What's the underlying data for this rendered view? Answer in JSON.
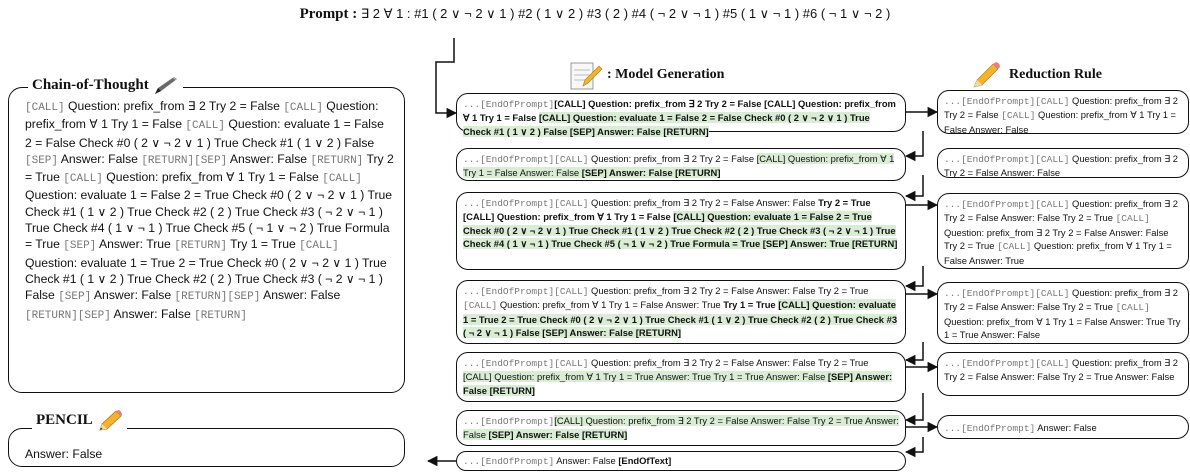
{
  "prompt": {
    "label": "Prompt :",
    "text": "∃ 2 ∀ 1 : #1 ( 2 ∨ ¬ 2 ∨ 1 ) #2 ( 1 ∨ 2 ) #3 ( 2 ) #4 ( ¬ 2 ∨ ¬ 1 ) #5 ( 1 ∨ ¬ 1 ) #6 ( ¬ 1 ∨ ¬ 2 )"
  },
  "cot": {
    "title": "Chain-of-Thought",
    "icon": "pen-icon",
    "segments": [
      {
        "m": "[CALL]"
      },
      {
        "t": " Question: prefix_from ∃ 2 Try 2 = False "
      },
      {
        "m": "[CALL]"
      },
      {
        "t": " Question: prefix_from ∀ 1 Try 1 = False "
      },
      {
        "m": "[CALL]"
      },
      {
        "t": " Question: evaluate 1 = False 2 = False Check #0 ( 2 ∨ ¬ 2 ∨ 1 ) True Check #1 ( 1 ∨ 2 ) False "
      },
      {
        "m": "[SEP]"
      },
      {
        "t": " Answer: False "
      },
      {
        "m": "[RETURN][SEP]"
      },
      {
        "t": " Answer: False "
      },
      {
        "m": "[RETURN]"
      },
      {
        "t": " Try 2 = True "
      },
      {
        "m": "[CALL]"
      },
      {
        "t": " Question: prefix_from ∀ 1 Try 1 = False "
      },
      {
        "m": "[CALL]"
      },
      {
        "t": " Question: evaluate 1 = False 2 = True Check #0 ( 2 ∨ ¬ 2 ∨ 1 ) True Check #1 ( 1 ∨ 2 ) True Check #2 ( 2 ) True Check #3 ( ¬ 2 ∨ ¬ 1 ) True Check #4 ( 1 ∨ ¬ 1 ) True Check #5 ( ¬ 1 ∨ ¬ 2 ) True Formula = True "
      },
      {
        "m": "[SEP]"
      },
      {
        "t": " Answer: True "
      },
      {
        "m": "[RETURN]"
      },
      {
        "t": " Try 1 = True "
      },
      {
        "m": "[CALL]"
      },
      {
        "t": " Question: evaluate 1 = True 2 = True Check #0 ( 2 ∨ ¬ 2 ∨ 1 ) True Check #1 ( 1 ∨ 2 ) True Check #2 ( 2 ) True Check #3 ( ¬ 2 ∨ ¬ 1 ) False "
      },
      {
        "m": "[SEP]"
      },
      {
        "t": " Answer: False "
      },
      {
        "m": "[RETURN][SEP]"
      },
      {
        "t": " Answer: False "
      },
      {
        "m": "[RETURN][SEP]"
      },
      {
        "t": " Answer: False "
      },
      {
        "m": "[RETURN]"
      }
    ]
  },
  "pencil": {
    "title": "PENCIL",
    "icon": "pencil-icon",
    "answer": "Answer: False"
  },
  "columns": {
    "generation": "Model Generation",
    "generation_icon": "notepad-pencil-icon",
    "reduction": "Reduction Rule",
    "reduction_icon": "eraser-pencil-icon"
  },
  "generation_boxes": [
    [
      {
        "m": "...[EndOfPrompt]"
      },
      {
        "b": "[CALL]"
      },
      {
        "b": " Question: prefix_from ∃ 2 Try 2 = False "
      },
      {
        "b": "[CALL]"
      },
      {
        "b": " Question: prefix_from ∀ 1 Try 1 = False "
      },
      {
        "hb": "[CALL] Question: evaluate 1 = False 2 = False Check #0 ( 2 ∨ ¬ 2 ∨ 1 ) True Check #1 ( 1 ∨ 2 ) False [SEP] Answer: False [RETURN]"
      }
    ],
    [
      {
        "m": "...[EndOfPrompt]"
      },
      {
        "m": "[CALL]"
      },
      {
        "t": " Question: prefix_from ∃ 2 Try 2 = False "
      },
      {
        "h": "[CALL] Question: prefix_from ∀ 1 Try 1 = False Answer: False"
      },
      {
        "hb": " [SEP] Answer: False [RETURN]"
      }
    ],
    [
      {
        "m": "...[EndOfPrompt]"
      },
      {
        "m": "[CALL]"
      },
      {
        "t": " Question: prefix_from ∃ 2 Try 2 = False Answer: False "
      },
      {
        "b": "Try 2 = True [CALL] Question: prefix_from ∀ 1 Try 1 = False "
      },
      {
        "hb": "[CALL] Question: evaluate 1 = False 2 = True Check #0 ( 2 ∨ ¬ 2 ∨ 1 ) True Check #1 ( 1 ∨ 2 ) True Check #2 ( 2 ) True Check #3 ( ¬ 2 ∨ ¬ 1 ) True Check #4 ( 1 ∨ ¬ 1 ) True Check #5 ( ¬ 1 ∨ ¬ 2 ) True Formula = True [SEP] Answer: True [RETURN]"
      }
    ],
    [
      {
        "m": "...[EndOfPrompt]"
      },
      {
        "m": "[CALL]"
      },
      {
        "t": " Question: prefix_from ∃ 2 Try 2 = False Answer: False Try 2 = True "
      },
      {
        "m": "[CALL]"
      },
      {
        "t": " Question: prefix_from ∀ 1 Try 1 = False Answer: True "
      },
      {
        "b": "Try 1 = True "
      },
      {
        "hb": "[CALL] Question: evaluate 1 = True 2 = True Check #0 ( 2 ∨ ¬ 2 ∨ 1 ) True Check #1 ( 1 ∨ 2 ) True Check #2 ( 2 ) True Check #3 ( ¬ 2 ∨ ¬ 1 ) False [SEP] Answer: False [RETURN]"
      }
    ],
    [
      {
        "m": "...[EndOfPrompt]"
      },
      {
        "m": "[CALL]"
      },
      {
        "t": " Question: prefix_from ∃ 2 Try 2 = False Answer: False Try 2 = True "
      },
      {
        "h": "[CALL] Question: prefix_from ∀ 1 Try 1 = True Answer: True Try 1 = True Answer: False"
      },
      {
        "hb": " [SEP] Answer: False [RETURN]"
      }
    ],
    [
      {
        "m": "...[EndOfPrompt]"
      },
      {
        "h": "[CALL] Question: prefix_from ∃ 2 Try 2 = False Answer: False Try 2 = True Answer: False"
      },
      {
        "hb": " [SEP] Answer: False [RETURN]"
      }
    ],
    [
      {
        "m": "...[EndOfPrompt]"
      },
      {
        "t": " Answer: False "
      },
      {
        "b": "[EndOfText]"
      }
    ]
  ],
  "reduction_boxes": [
    [
      {
        "m": "...[EndOfPrompt]"
      },
      {
        "m": "[CALL]"
      },
      {
        "t": " Question: prefix_from ∃ 2 Try 2 = False "
      },
      {
        "m": "[CALL]"
      },
      {
        "t": " Question: prefix_from ∀ 1 Try 1 = False Answer: False"
      }
    ],
    [
      {
        "m": "...[EndOfPrompt]"
      },
      {
        "m": "[CALL]"
      },
      {
        "t": " Question: prefix_from ∃ 2 Try 2 = False Answer: False"
      }
    ],
    [
      {
        "m": "...[EndOfPrompt]"
      },
      {
        "m": "[CALL]"
      },
      {
        "t": " Question: prefix_from ∃ 2 Try 2 = False Answer: False Try 2 = True "
      },
      {
        "m": "[CALL]"
      },
      {
        "t": " Question: prefix_from ∃ 2 Try 2 = False Answer: False Try 2 = True "
      },
      {
        "m": "[CALL]"
      },
      {
        "t": " Question: prefix_from ∀ 1 Try 1 = False Answer: True"
      }
    ],
    [
      {
        "m": "...[EndOfPrompt]"
      },
      {
        "m": "[CALL]"
      },
      {
        "t": " Question: prefix_from ∃ 2 Try 2 = False Answer: False Try 2 = True "
      },
      {
        "m": "[CALL]"
      },
      {
        "t": " Question: prefix_from ∀ 1 Try 1 = False Answer: True Try 1 = True Answer: False"
      }
    ],
    [
      {
        "m": "...[EndOfPrompt]"
      },
      {
        "m": "[CALL]"
      },
      {
        "t": " Question: prefix_from ∃ 2 Try 2 = False Answer: False Try 2 = True Answer: False"
      }
    ],
    [
      {
        "m": "...[EndOfPrompt]"
      },
      {
        "t": " Answer: False"
      }
    ]
  ]
}
